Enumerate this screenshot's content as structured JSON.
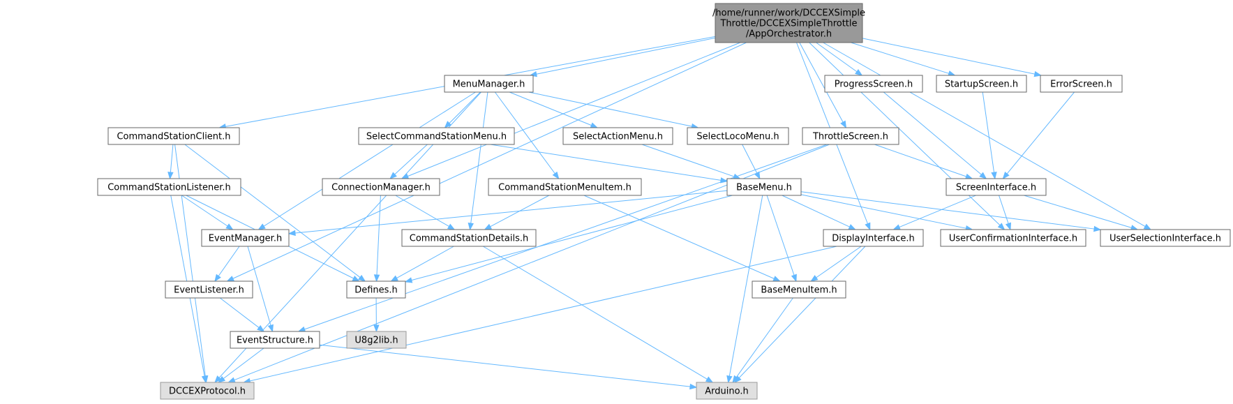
{
  "diagram": {
    "colors": {
      "edge": "#63b8ff",
      "node_border": "#666666",
      "root_fill": "#999999",
      "external_fill": "#e0e0e0"
    },
    "nodes": [
      {
        "id": "app",
        "lines": [
          "/home/runner/work/DCCEXSimple",
          "Throttle/DCCEXSimpleThrottle",
          "/AppOrchestrator.h"
        ],
        "style": "root"
      },
      {
        "id": "menumgr",
        "lines": [
          "MenuManager.h"
        ],
        "style": "normal"
      },
      {
        "id": "progress",
        "lines": [
          "ProgressScreen.h"
        ],
        "style": "normal"
      },
      {
        "id": "startup",
        "lines": [
          "StartupScreen.h"
        ],
        "style": "normal"
      },
      {
        "id": "error",
        "lines": [
          "ErrorScreen.h"
        ],
        "style": "normal"
      },
      {
        "id": "csclient",
        "lines": [
          "CommandStationClient.h"
        ],
        "style": "normal"
      },
      {
        "id": "selcs",
        "lines": [
          "SelectCommandStationMenu.h"
        ],
        "style": "normal"
      },
      {
        "id": "selaction",
        "lines": [
          "SelectActionMenu.h"
        ],
        "style": "normal"
      },
      {
        "id": "selloco",
        "lines": [
          "SelectLocoMenu.h"
        ],
        "style": "normal"
      },
      {
        "id": "throttle",
        "lines": [
          "ThrottleScreen.h"
        ],
        "style": "normal"
      },
      {
        "id": "cslistener",
        "lines": [
          "CommandStationListener.h"
        ],
        "style": "normal"
      },
      {
        "id": "connmgr",
        "lines": [
          "ConnectionManager.h"
        ],
        "style": "normal"
      },
      {
        "id": "csmenuitem",
        "lines": [
          "CommandStationMenuItem.h"
        ],
        "style": "normal"
      },
      {
        "id": "basemenu",
        "lines": [
          "BaseMenu.h"
        ],
        "style": "normal"
      },
      {
        "id": "screenif",
        "lines": [
          "ScreenInterface.h"
        ],
        "style": "normal"
      },
      {
        "id": "eventmgr",
        "lines": [
          "EventManager.h"
        ],
        "style": "normal"
      },
      {
        "id": "csdetails",
        "lines": [
          "CommandStationDetails.h"
        ],
        "style": "normal"
      },
      {
        "id": "displayif",
        "lines": [
          "DisplayInterface.h"
        ],
        "style": "normal"
      },
      {
        "id": "userconf",
        "lines": [
          "UserConfirmationInterface.h"
        ],
        "style": "normal"
      },
      {
        "id": "usersel",
        "lines": [
          "UserSelectionInterface.h"
        ],
        "style": "normal"
      },
      {
        "id": "eventlistener",
        "lines": [
          "EventListener.h"
        ],
        "style": "normal"
      },
      {
        "id": "defines",
        "lines": [
          "Defines.h"
        ],
        "style": "normal"
      },
      {
        "id": "basemenuitem",
        "lines": [
          "BaseMenuItem.h"
        ],
        "style": "normal"
      },
      {
        "id": "u8g2",
        "lines": [
          "U8g2lib.h"
        ],
        "style": "external"
      },
      {
        "id": "eventstruct",
        "lines": [
          "EventStructure.h"
        ],
        "style": "normal"
      },
      {
        "id": "dccex",
        "lines": [
          "DCCEXProtocol.h"
        ],
        "style": "external"
      },
      {
        "id": "arduino",
        "lines": [
          "Arduino.h"
        ],
        "style": "external"
      }
    ],
    "edges": [
      [
        "app",
        "menumgr"
      ],
      [
        "app",
        "progress"
      ],
      [
        "app",
        "startup"
      ],
      [
        "app",
        "error"
      ],
      [
        "app",
        "csclient"
      ],
      [
        "app",
        "throttle"
      ],
      [
        "app",
        "connmgr"
      ],
      [
        "app",
        "displayif"
      ],
      [
        "app",
        "userconf"
      ],
      [
        "app",
        "usersel"
      ],
      [
        "app",
        "eventlistener"
      ],
      [
        "menumgr",
        "selcs"
      ],
      [
        "menumgr",
        "selaction"
      ],
      [
        "menumgr",
        "selloco"
      ],
      [
        "menumgr",
        "csmenuitem"
      ],
      [
        "menumgr",
        "eventmgr"
      ],
      [
        "menumgr",
        "dccex"
      ],
      [
        "menumgr",
        "csdetails"
      ],
      [
        "progress",
        "screenif"
      ],
      [
        "startup",
        "screenif"
      ],
      [
        "error",
        "screenif"
      ],
      [
        "csclient",
        "cslistener"
      ],
      [
        "csclient",
        "defines"
      ],
      [
        "csclient",
        "dccex"
      ],
      [
        "selcs",
        "connmgr"
      ],
      [
        "selcs",
        "basemenu"
      ],
      [
        "selaction",
        "basemenu"
      ],
      [
        "selloco",
        "basemenu"
      ],
      [
        "throttle",
        "screenif"
      ],
      [
        "throttle",
        "eventstruct"
      ],
      [
        "throttle",
        "dccex"
      ],
      [
        "cslistener",
        "eventmgr"
      ],
      [
        "cslistener",
        "defines"
      ],
      [
        "cslistener",
        "dccex"
      ],
      [
        "connmgr",
        "csdetails"
      ],
      [
        "connmgr",
        "defines"
      ],
      [
        "csmenuitem",
        "csdetails"
      ],
      [
        "csmenuitem",
        "basemenuitem"
      ],
      [
        "basemenu",
        "eventmgr"
      ],
      [
        "basemenu",
        "defines"
      ],
      [
        "basemenu",
        "displayif"
      ],
      [
        "basemenu",
        "userconf"
      ],
      [
        "basemenu",
        "usersel"
      ],
      [
        "basemenu",
        "basemenuitem"
      ],
      [
        "basemenu",
        "arduino"
      ],
      [
        "screenif",
        "displayif"
      ],
      [
        "screenif",
        "userconf"
      ],
      [
        "screenif",
        "usersel"
      ],
      [
        "eventmgr",
        "eventlistener"
      ],
      [
        "eventmgr",
        "eventstruct"
      ],
      [
        "csdetails",
        "defines"
      ],
      [
        "csdetails",
        "arduino"
      ],
      [
        "displayif",
        "basemenuitem"
      ],
      [
        "displayif",
        "dccex"
      ],
      [
        "displayif",
        "arduino"
      ],
      [
        "eventlistener",
        "eventstruct"
      ],
      [
        "defines",
        "u8g2"
      ],
      [
        "basemenuitem",
        "arduino"
      ],
      [
        "eventstruct",
        "dccex"
      ],
      [
        "eventstruct",
        "arduino"
      ]
    ]
  }
}
